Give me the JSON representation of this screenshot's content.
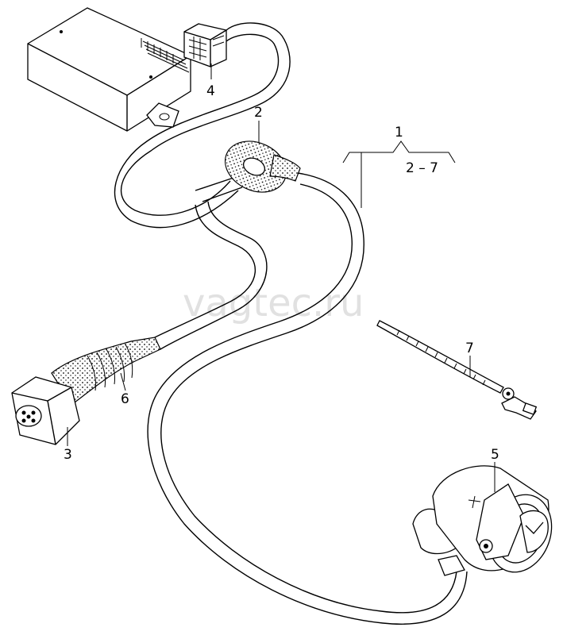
{
  "callouts": {
    "c1": "1",
    "c1_range": "2 – 7",
    "c2": "2",
    "c3": "3",
    "c4": "4",
    "c5": "5",
    "c6": "6",
    "c7": "7"
  },
  "watermark": "vagtec.ru"
}
